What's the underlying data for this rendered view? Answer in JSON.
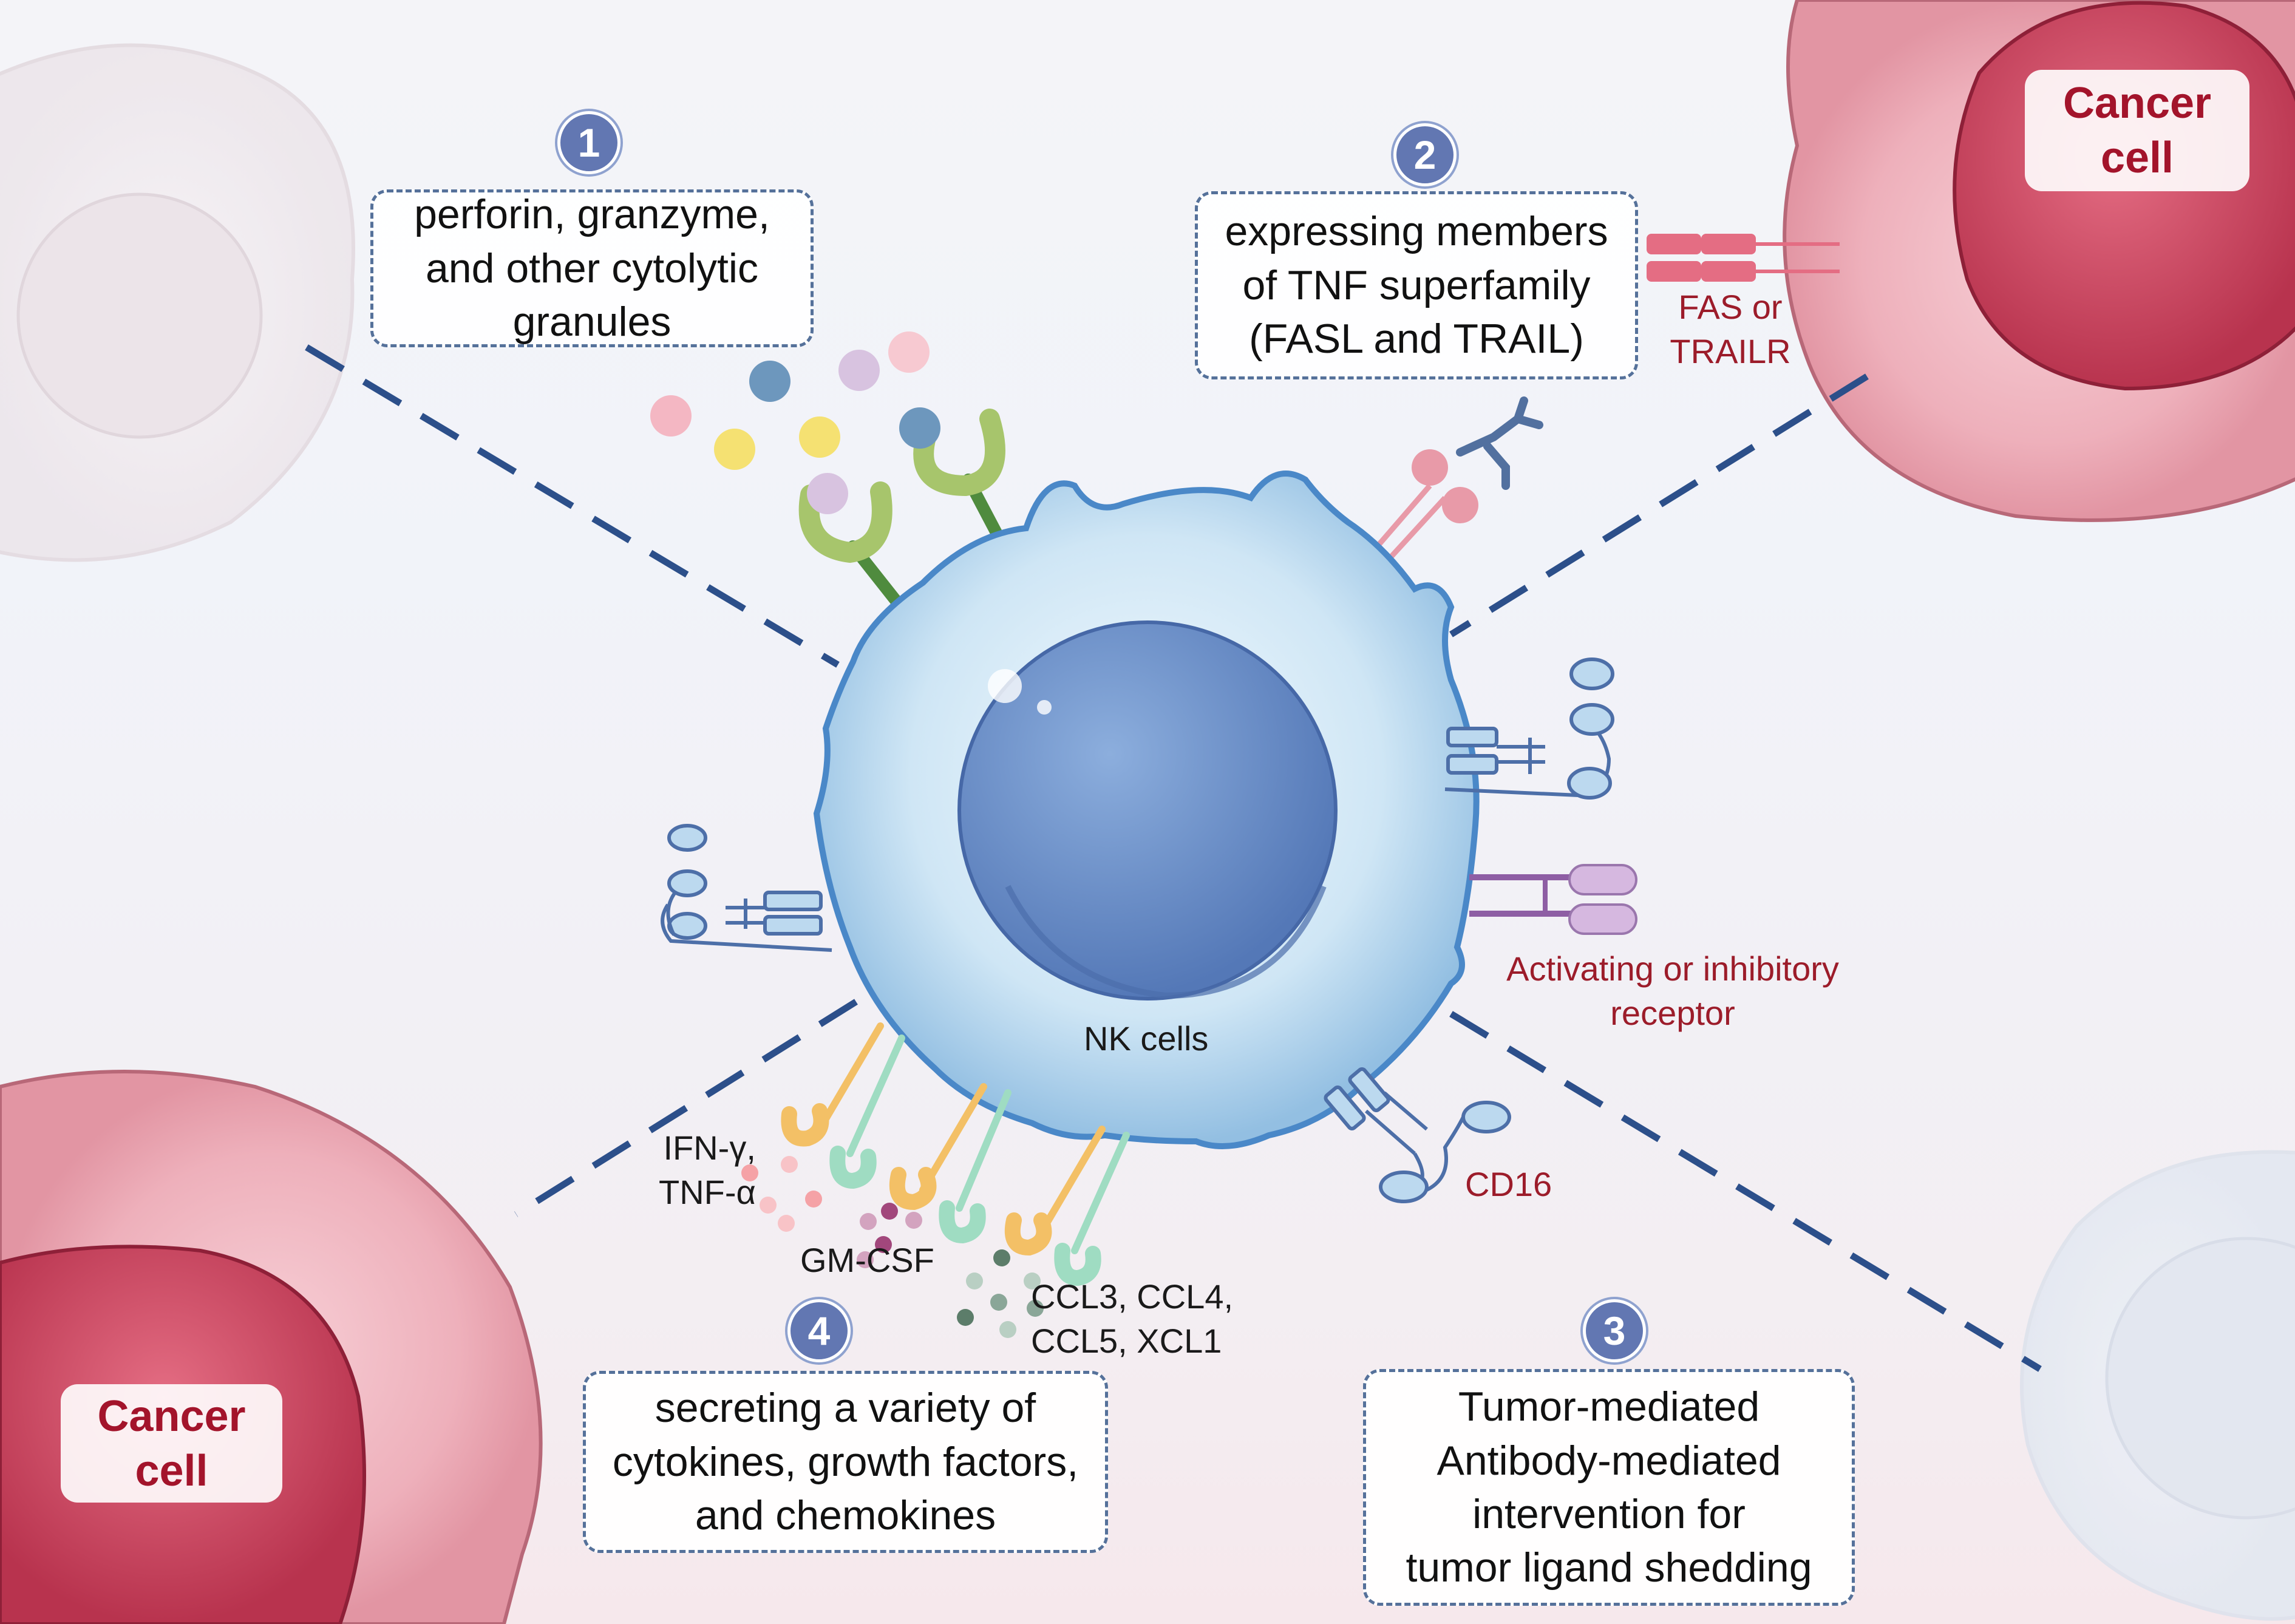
{
  "boxes": {
    "box1": {
      "number": "1",
      "lines": [
        "perforin, granzyme,",
        "and other cytolytic",
        "granules"
      ]
    },
    "box2": {
      "number": "2",
      "lines": [
        "expressing members",
        "of TNF superfamily",
        "(FASL and TRAIL)"
      ]
    },
    "box3": {
      "number": "3",
      "lines": [
        "Tumor-mediated",
        "Antibody-mediated",
        "intervention for",
        "tumor ligand shedding"
      ]
    },
    "box4": {
      "number": "4",
      "lines": [
        "secreting a variety of",
        "cytokines, growth factors,",
        "and chemokines"
      ]
    }
  },
  "cancer_cell_label": {
    "line1": "Cancer",
    "line2": "cell"
  },
  "nk_label": "NK cells",
  "receptor_labels": {
    "fas": [
      "FAS or",
      "TRAILR"
    ],
    "activating": [
      "Activating or inhibitory",
      "receptor"
    ],
    "cd16": "CD16"
  },
  "secreted_labels": {
    "ifn": [
      "IFN-γ,",
      "TNF-α"
    ],
    "gmcsf": "GM-CSF",
    "ccl": [
      "CCL3, CCL4,",
      "CCL5, XCL1"
    ]
  },
  "colors": {
    "cancer_cell": "#e8a4b0",
    "cancer_nucleus": "#c0405a",
    "nk_cell": "#b9d8ef",
    "nk_nucleus": "#6c8ec7",
    "dashed_line": "#2c4f8a",
    "badge": "#6277b2",
    "red_text": "#9c1c2a"
  }
}
